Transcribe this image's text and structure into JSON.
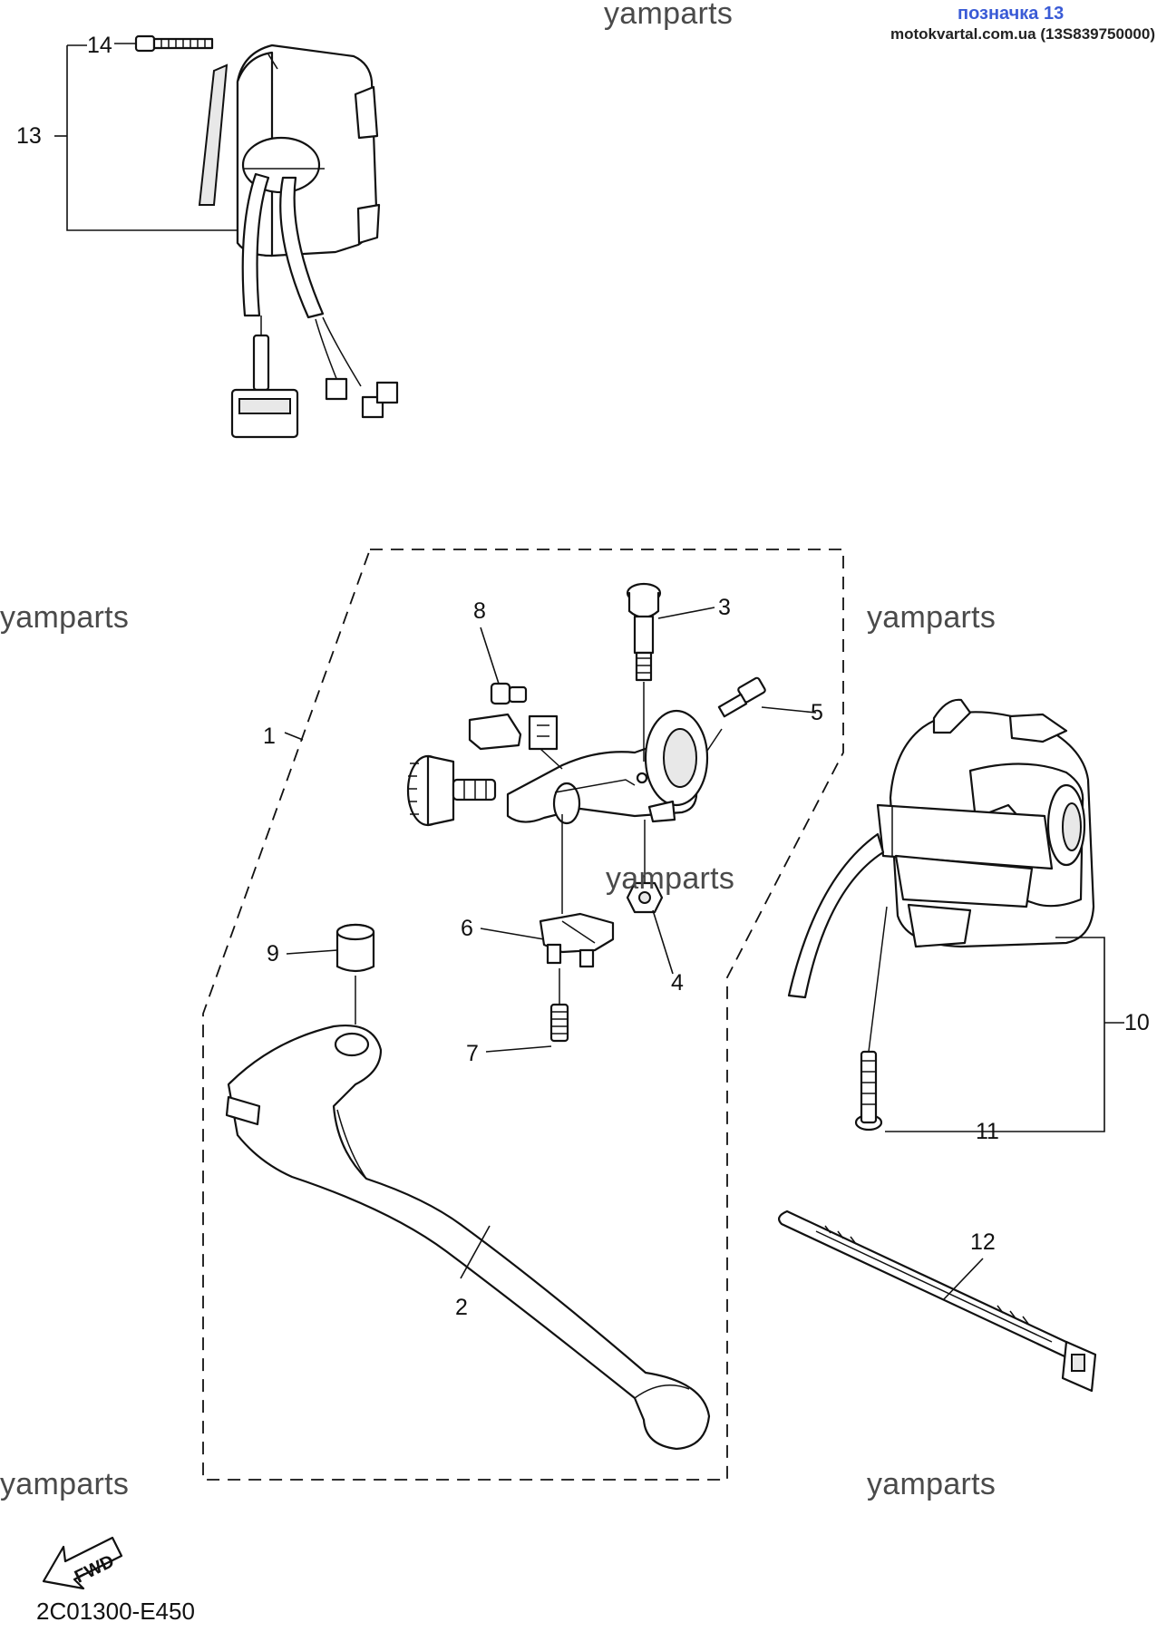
{
  "watermark": "yamparts",
  "shop_tag": {
    "title": "позначка 13",
    "site": "motokvartal.com.ua (13S839750000)"
  },
  "drawing_code": "2C01300-E450",
  "fwd_label": "FWD",
  "callouts": {
    "c1": "1",
    "c2": "2",
    "c3": "3",
    "c4": "4",
    "c5": "5",
    "c6": "6",
    "c7": "7",
    "c8": "8",
    "c9": "9",
    "c10": "10",
    "c11": "11",
    "c12": "12",
    "c13": "13",
    "c14": "14"
  }
}
